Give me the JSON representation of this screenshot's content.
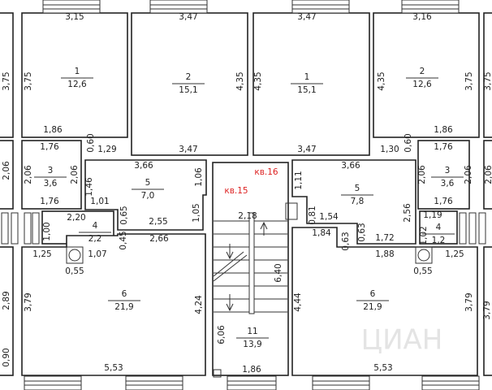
{
  "plan": {
    "apartments": [
      "кв.15",
      "кв.16"
    ],
    "rooms": [
      {
        "num": "1",
        "area": "12,6"
      },
      {
        "num": "2",
        "area": "15,1"
      },
      {
        "num": "1",
        "area": "15,1"
      },
      {
        "num": "2",
        "area": "12,6"
      },
      {
        "num": "3",
        "area": "3,6"
      },
      {
        "num": "5",
        "area": "7,0"
      },
      {
        "num": "5",
        "area": "7,8"
      },
      {
        "num": "3",
        "area": "3,6"
      },
      {
        "num": "4",
        "area": "2,2"
      },
      {
        "num": "4",
        "area": "1,2"
      },
      {
        "num": "6",
        "area": "21,9"
      },
      {
        "num": "6",
        "area": "21,9"
      },
      {
        "num": "11",
        "area": "13,9"
      }
    ],
    "dimensions": [
      "3,15",
      "3,47",
      "3,47",
      "3,16",
      "3,75",
      "3,75",
      "4,35",
      "4,35",
      "4,35",
      "3,75",
      "3,75",
      "1,86",
      "1,86",
      "0,60",
      "1,29",
      "3,47",
      "3,47",
      "1,30",
      "0,60",
      "1,76",
      "1,76",
      "2,06",
      "2,06",
      "2,06",
      "1,46",
      "3,66",
      "1,06",
      "1,11",
      "3,66",
      "2,06",
      "2,06",
      "2,06",
      "1,76",
      "1,76",
      "1,01",
      "0,65",
      "2,55",
      "1,05",
      "2,18",
      "0,81",
      "1,54",
      "2,56",
      "1,19",
      "2,20",
      "1,00",
      "1,02",
      "2,66",
      "0,45",
      "1,84",
      "0,63",
      "0,63",
      "1,72",
      "1,88",
      "1,25",
      "1,07",
      "1,25",
      "0,55",
      "0,55",
      "6,40",
      "2,89",
      "3,79",
      "4,24",
      "4,44",
      "3,79",
      "3,79",
      "6,06",
      "0,90",
      "5,53",
      "1,86",
      "5,53"
    ],
    "watermark": "ЦИАН"
  }
}
